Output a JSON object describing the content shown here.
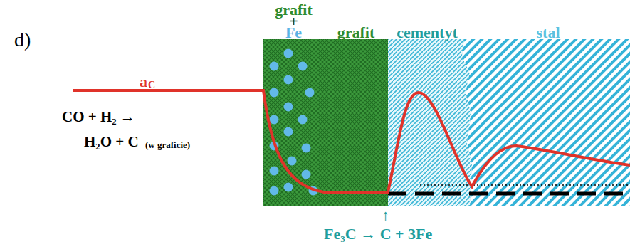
{
  "diagram": {
    "nodes": [
      {
        "text": [
          "grafit",
          "+",
          "Fe"
        ]
      },
      {
        "text": [
          "grafit"
        ]
      },
      {
        "text": [
          "cementyt"
        ]
      },
      {
        "text": [
          "stal"
        ]
      }
    ],
    "labels": [
      "d)",
      "a",
      "C",
      "CO + H₂ →",
      "H₂O + C",
      "(w graficie)",
      "↑",
      "Fe₃C → C + 3Fe"
    ]
  }
}
